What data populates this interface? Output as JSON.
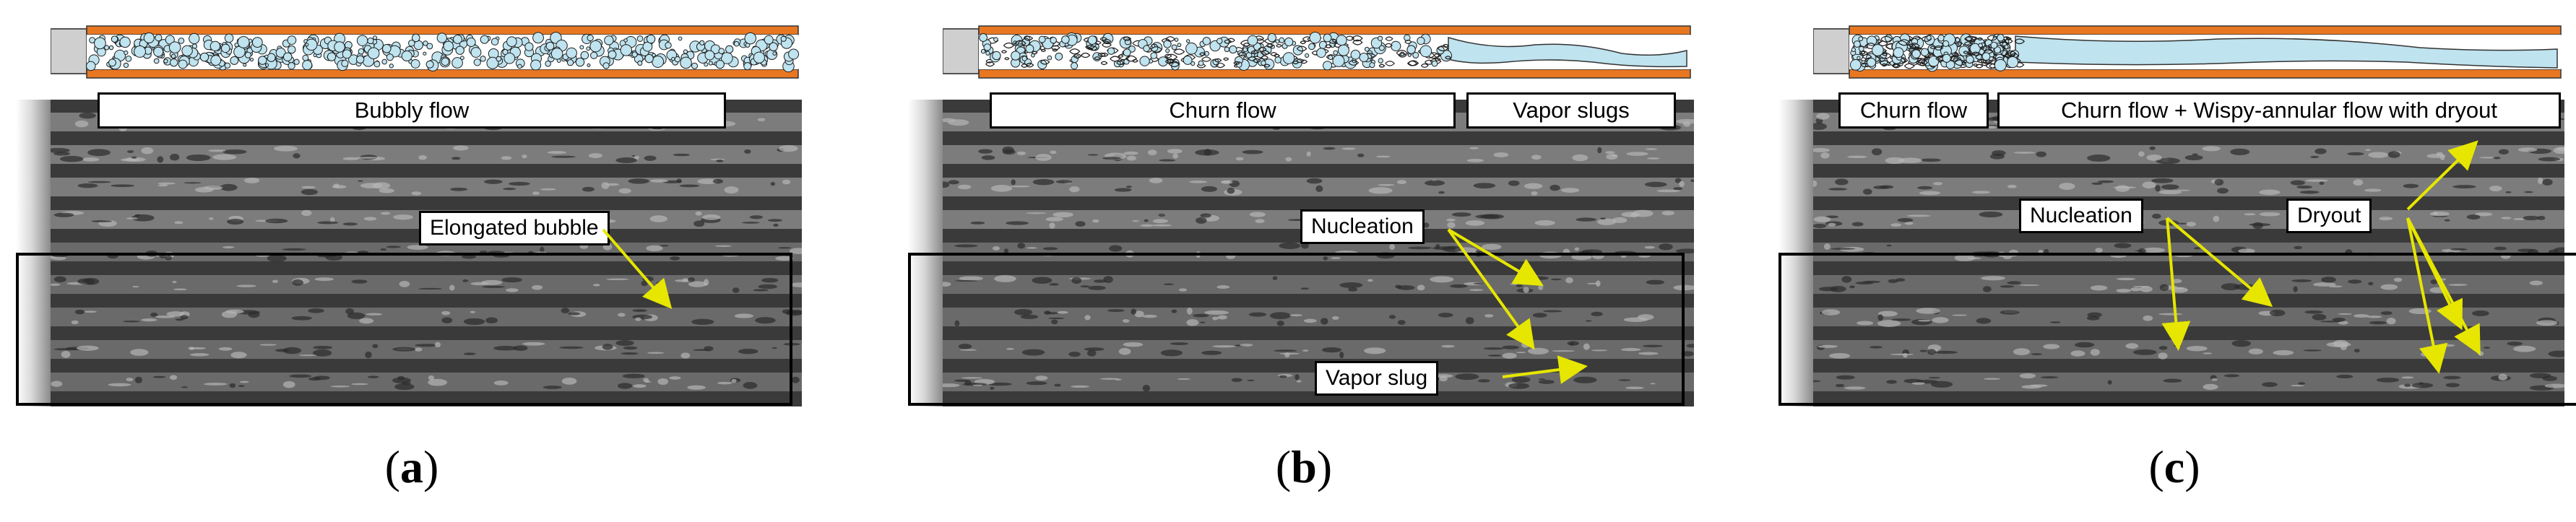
{
  "panels": [
    {
      "id": "a",
      "caption_letter": "a",
      "caption_open": "(",
      "caption_close": ")",
      "regions": [
        "Bubbly flow"
      ],
      "callouts": [
        "Elongated bubble"
      ]
    },
    {
      "id": "b",
      "caption_letter": "b",
      "caption_open": "(",
      "caption_close": ")",
      "regions": [
        "Churn flow",
        "Vapor slugs"
      ],
      "callouts": [
        "Nucleation",
        "Vapor slug"
      ]
    },
    {
      "id": "c",
      "caption_letter": "c",
      "caption_open": "(",
      "caption_close": ")",
      "regions": [
        "Churn flow",
        "Churn flow + Wispy-annular flow with dryout"
      ],
      "callouts": [
        "Nucleation",
        "Dryout"
      ]
    }
  ],
  "colors": {
    "tube_wall": "#e87722",
    "liquid": "#bfe3ef",
    "bubble_stroke": "#1f1f1f",
    "arrow": "#e6e600",
    "box_border": "#000000"
  },
  "icons": {
    "inlet": "inlet-arrow-icon"
  }
}
